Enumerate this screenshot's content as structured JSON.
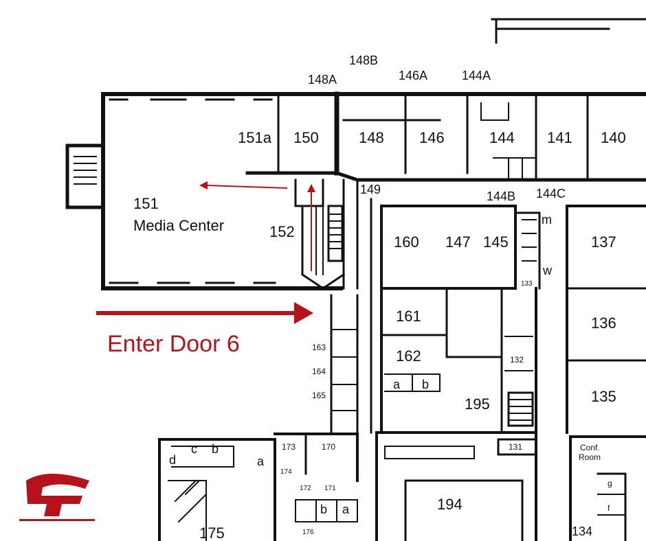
{
  "map": {
    "top_labels": [
      "148A",
      "148B",
      "146A",
      "144A"
    ],
    "rooms": {
      "r151a": "151a",
      "r150": "150",
      "r148": "148",
      "r146": "146",
      "r144": "144",
      "r141": "141",
      "r140": "140",
      "r144b": "144B",
      "r144c": "144C",
      "r149": "149",
      "r151": "151",
      "media_center": "Media Center",
      "r152": "152",
      "r160": "160",
      "r147": "147",
      "r145": "145",
      "r137": "137",
      "m": "m",
      "w": "w",
      "r133": "133",
      "r161": "161",
      "r136": "136",
      "r162": "162",
      "r132": "132",
      "r163": "163",
      "r164": "164",
      "r165": "165",
      "a1": "a",
      "b1": "b",
      "r195": "195",
      "r135": "135",
      "r173": "173",
      "r170": "170",
      "r131": "131",
      "conf_room_1": "Conf.",
      "conf_room_2": "Room",
      "c": "c",
      "b2": "b",
      "d": "d",
      "a2": "a",
      "r174": "174",
      "r172": "172",
      "r171": "171",
      "r194": "194",
      "g": "g",
      "f": "f",
      "b3": "b",
      "a3": "a",
      "r176": "176",
      "r175": "175",
      "r134": "134"
    },
    "entry_label": "Enter Door 6",
    "accent_color": "#b5121b"
  }
}
